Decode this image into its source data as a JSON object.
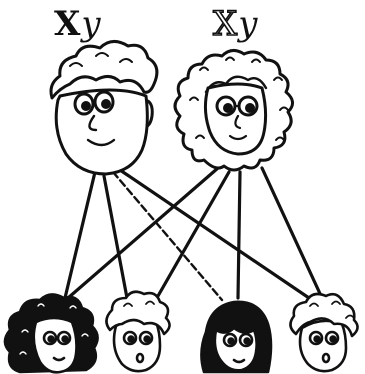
{
  "father": {
    "genotype_x": "X",
    "genotype_y": "y"
  },
  "mother": {
    "genotype_x": "X",
    "genotype_y": "y"
  },
  "offspring": [
    "daughter-dark-curly",
    "son-light",
    "daughter-dark-straight",
    "son-light-curly"
  ],
  "colors": {
    "ink": "#111111",
    "paper": "#ffffff"
  }
}
